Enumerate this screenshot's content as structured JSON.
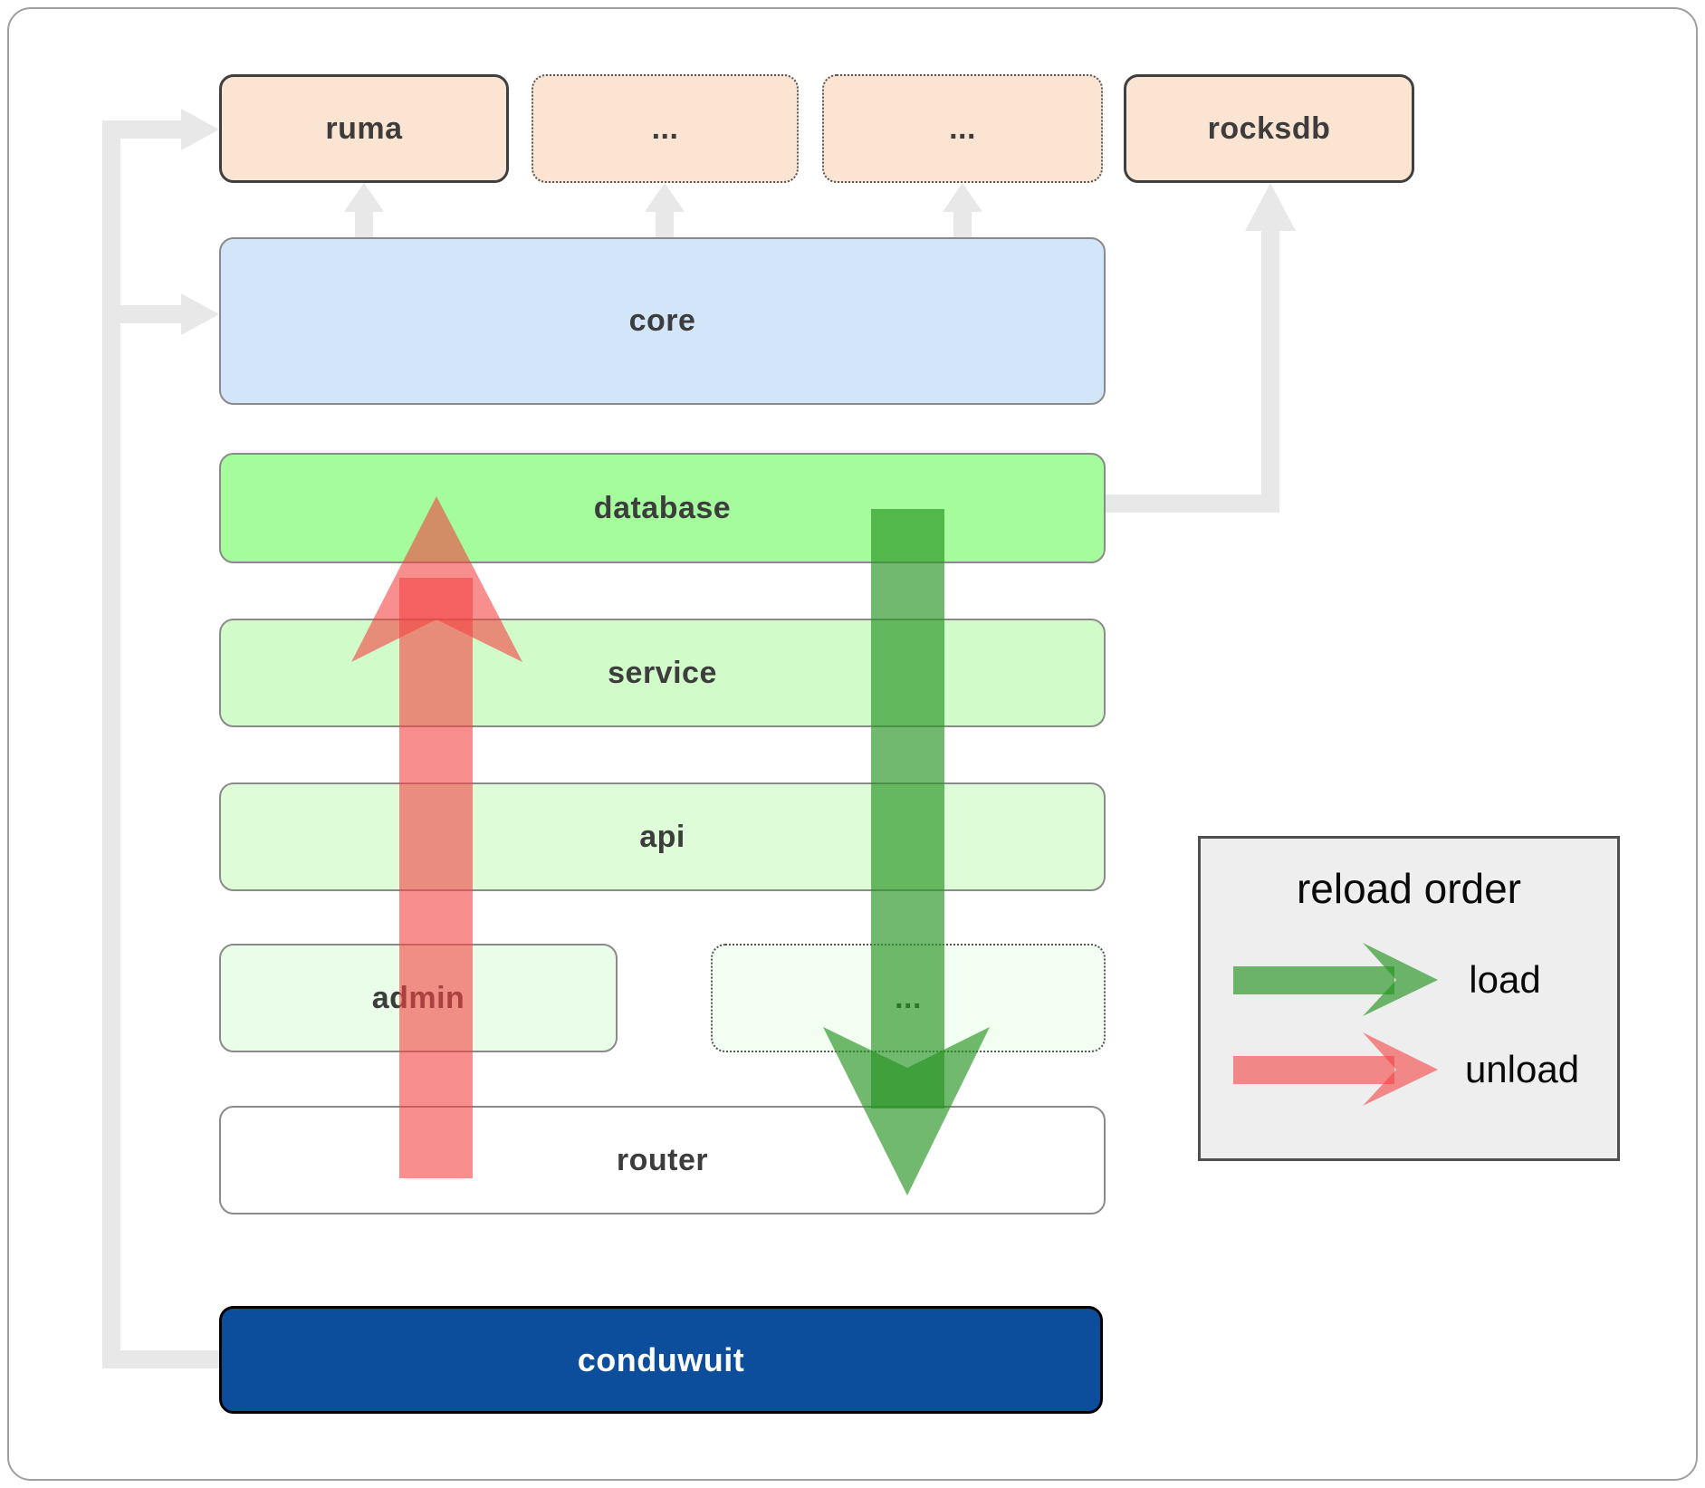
{
  "nodes": {
    "ruma": "ruma",
    "ellipsis_top_1": "...",
    "ellipsis_top_2": "...",
    "rocksdb": "rocksdb",
    "core": "core",
    "database": "database",
    "service": "service",
    "api": "api",
    "admin": "admin",
    "ellipsis_admin_row": "...",
    "router": "router",
    "conduwuit": "conduwuit"
  },
  "legend": {
    "title": "reload order",
    "items": [
      {
        "label": "load",
        "arrow": "green-right-arrow-icon"
      },
      {
        "label": "unload",
        "arrow": "red-right-arrow-icon"
      }
    ]
  },
  "arrows": {
    "load_direction": "down from database to router",
    "unload_direction": "up from router to database",
    "dependency_arrows": "gray arrows from core to ruma and ellipsis boxes, database to rocksdb, conduwuit to ruma and core"
  },
  "colors": {
    "peach": "#fce4d2",
    "blue": "#d3e5f8",
    "green_database": "#a4fc9c",
    "green_service": "#d2fbca",
    "green_api": "#ddfcd7",
    "green_admin": "#eafde8",
    "green_faint": "#f2fef1",
    "navy": "#0c4e9c",
    "arrow_green": "#279423",
    "arrow_red": "#f44242",
    "connector_gray": "#e8e8e8",
    "label_gray": "#3d3d3d",
    "legend_bg": "#eeeeee"
  }
}
